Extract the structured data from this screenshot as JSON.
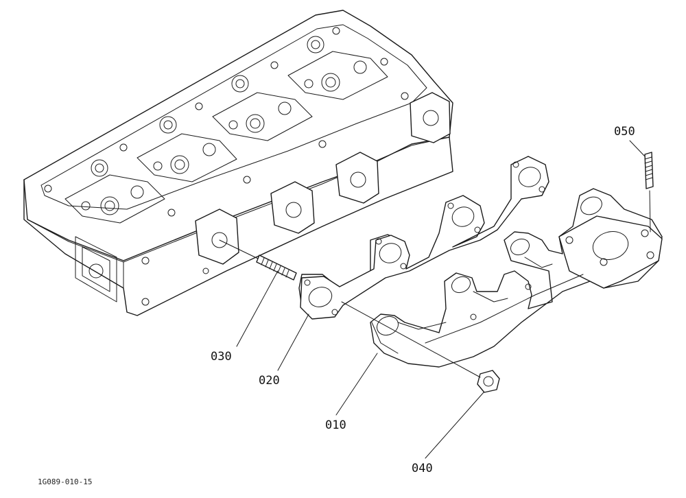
{
  "diagram": {
    "reference_code": "1G089-010-15",
    "callouts": [
      {
        "id": "010"
      },
      {
        "id": "020"
      },
      {
        "id": "030"
      },
      {
        "id": "040"
      },
      {
        "id": "050"
      }
    ]
  }
}
